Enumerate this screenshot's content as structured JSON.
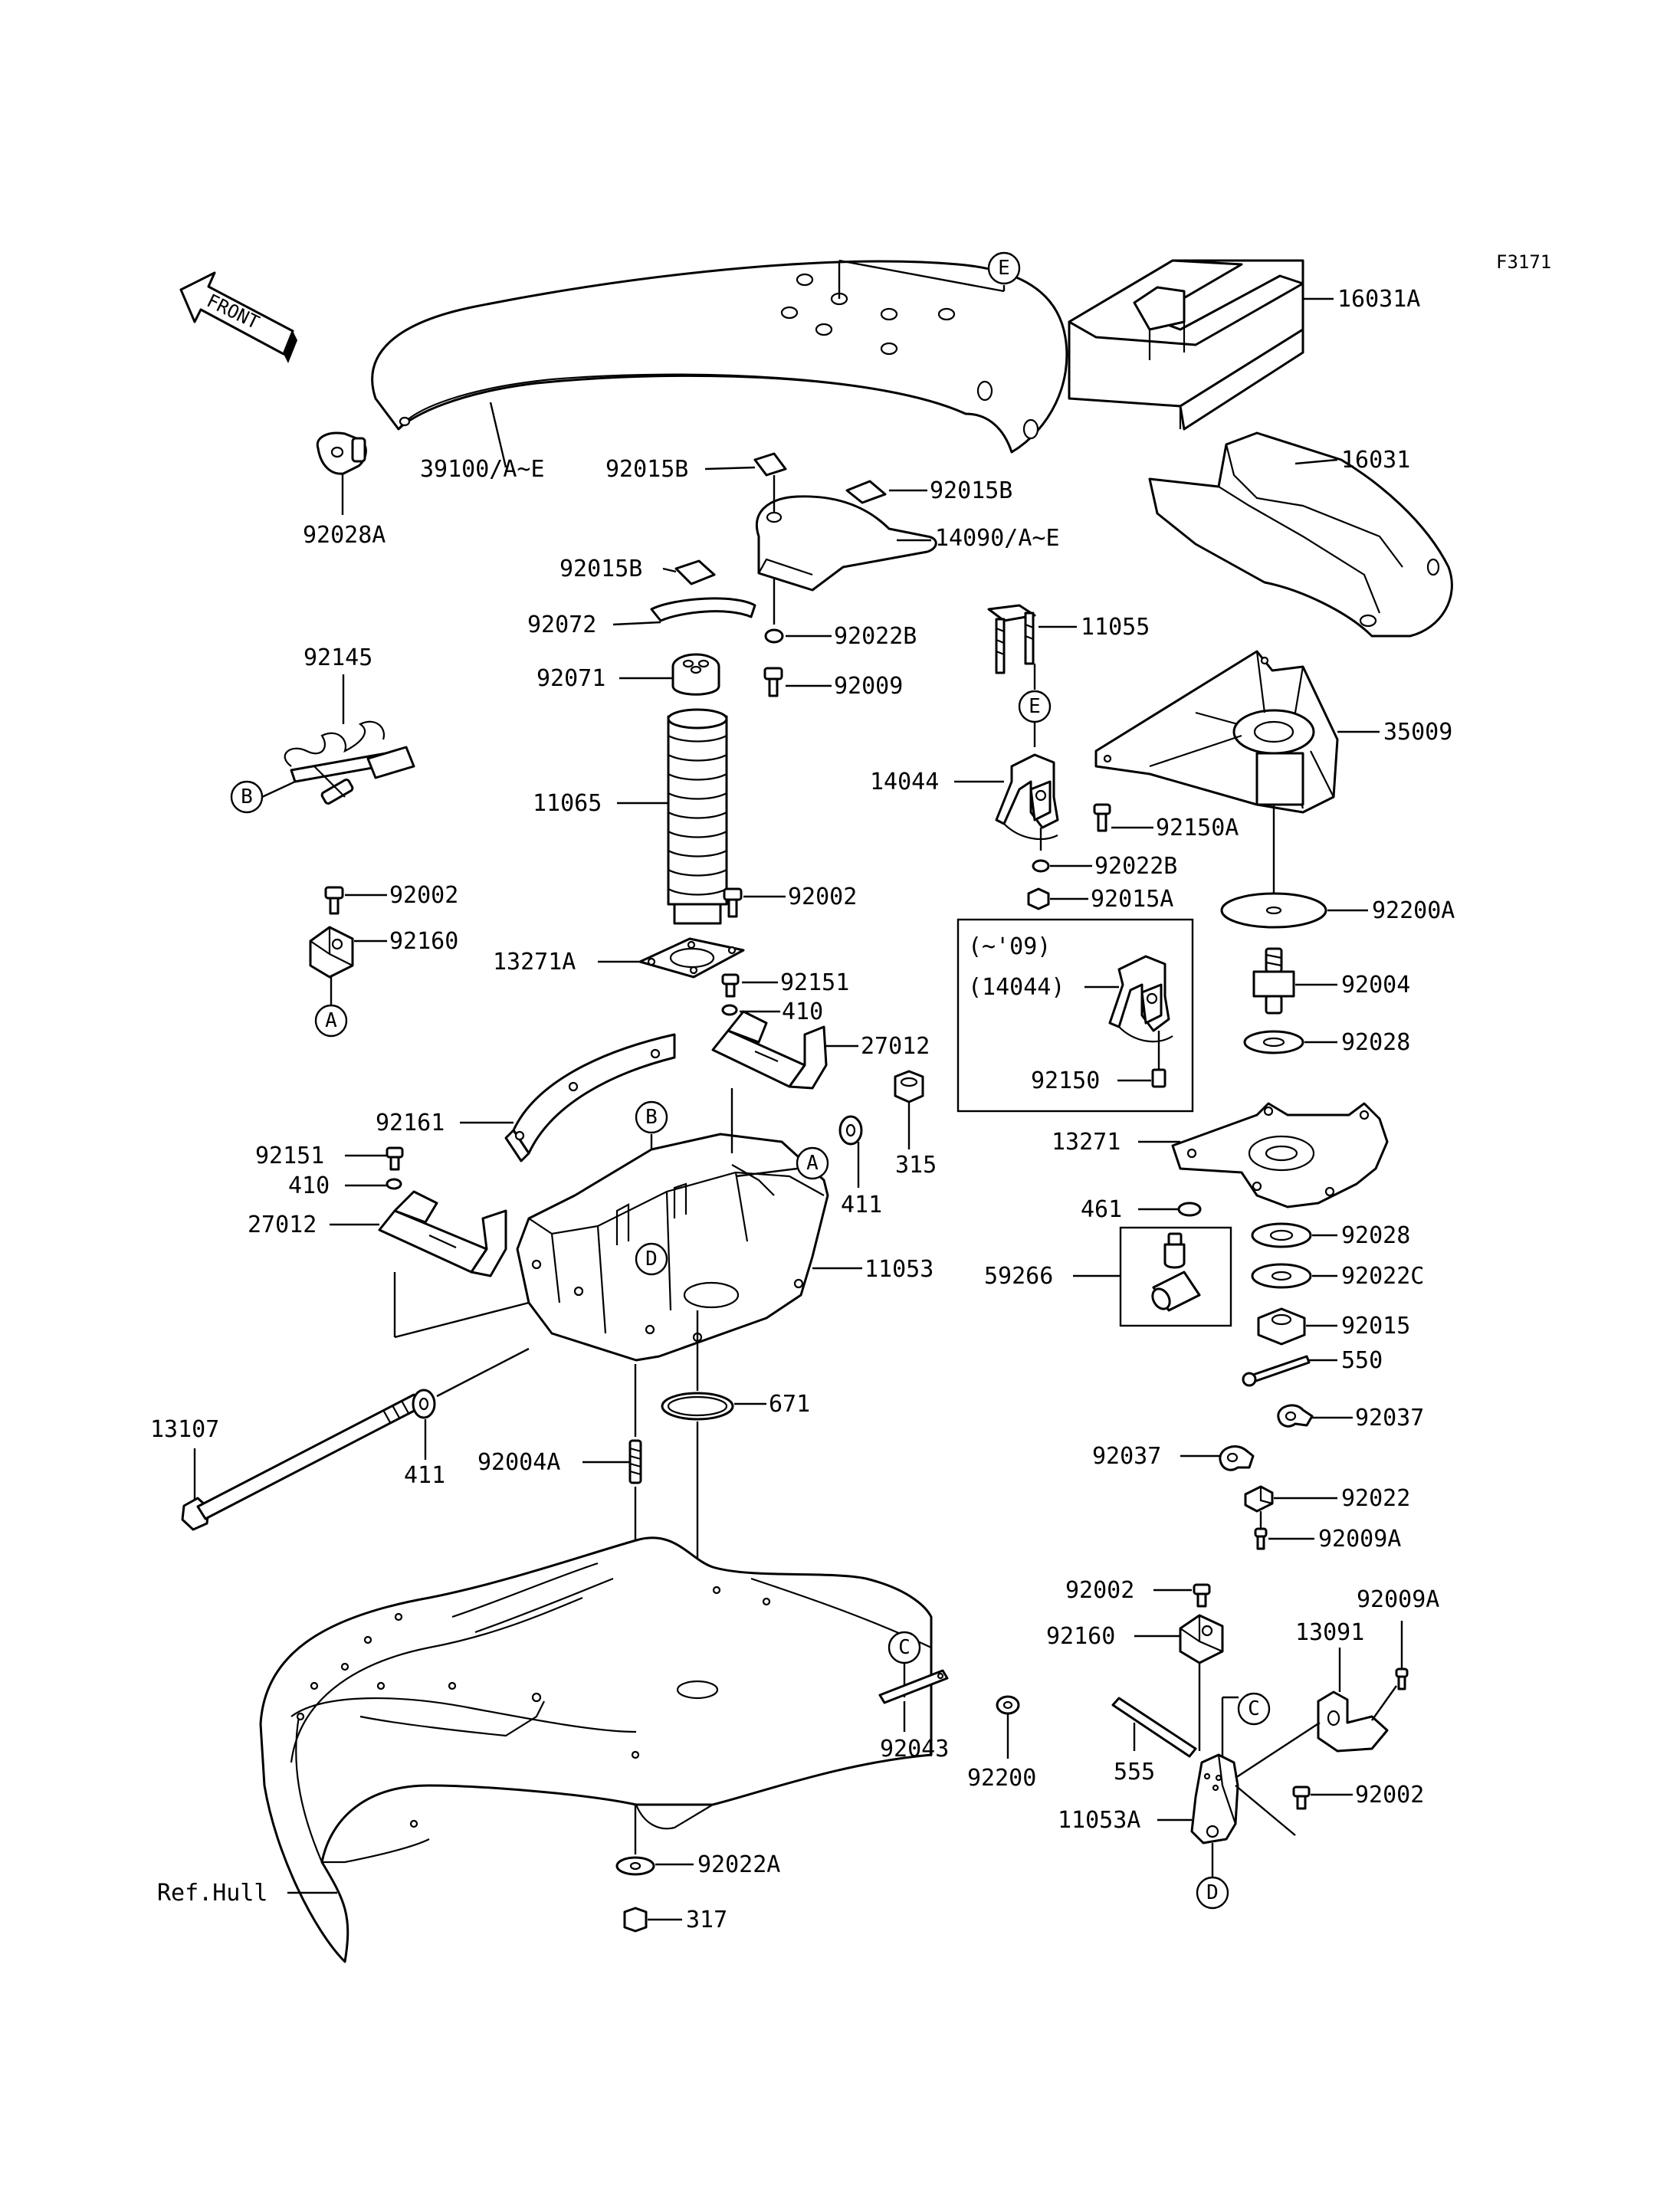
{
  "figure_code": "F3171",
  "front_label": "FRONT",
  "ref_hull_label": "Ref.Hull",
  "variant_box": {
    "years": "(~'09)",
    "part_ref": "(14044)",
    "bolt": "92150"
  },
  "ref_markers": {
    "A": "A",
    "B": "B",
    "C": "C",
    "D": "D",
    "E": "E"
  },
  "parts": {
    "p16031A": "16031A",
    "p16031": "16031",
    "p39100": "39100/A~E",
    "p92028A": "92028A",
    "p92015B_1": "92015B",
    "p92015B_2": "92015B",
    "p92015B_3": "92015B",
    "p14090": "14090/A~E",
    "p92072": "92072",
    "p92022B_1": "92022B",
    "p92071": "92071",
    "p92009": "92009",
    "p92145": "92145",
    "p11065": "11065",
    "p92002_1": "92002",
    "p92002_2": "92002",
    "p92160_1": "92160",
    "p13271A": "13271A",
    "p92151_1": "92151",
    "p410_1": "410",
    "p27012_1": "27012",
    "p92161": "92161",
    "p315": "315",
    "p411_1": "411",
    "p92151_2": "92151",
    "p410_2": "410",
    "p27012_2": "27012",
    "p11053": "11053",
    "p13107": "13107",
    "p411_2": "411",
    "p92004A": "92004A",
    "p671": "671",
    "p11055": "11055",
    "p14044": "14044",
    "p35009": "35009",
    "p92150A": "92150A",
    "p92022B_2": "92022B",
    "p92015A": "92015A",
    "p92200A": "92200A",
    "p92004": "92004",
    "p92028_1": "92028",
    "p13271": "13271",
    "p461": "461",
    "p59266": "59266",
    "p92028_2": "92028",
    "p92022C": "92022C",
    "p92015": "92015",
    "p550": "550",
    "p92037_1": "92037",
    "p92037_2": "92037",
    "p92022": "92022",
    "p92009A_1": "92009A",
    "p92002_3": "92002",
    "p92009A_2": "92009A",
    "p92160_2": "92160",
    "p13091": "13091",
    "p555": "555",
    "p92002_4": "92002",
    "p11053A": "11053A",
    "p92043": "92043",
    "p92200": "92200",
    "p92022A": "92022A",
    "p317": "317"
  }
}
